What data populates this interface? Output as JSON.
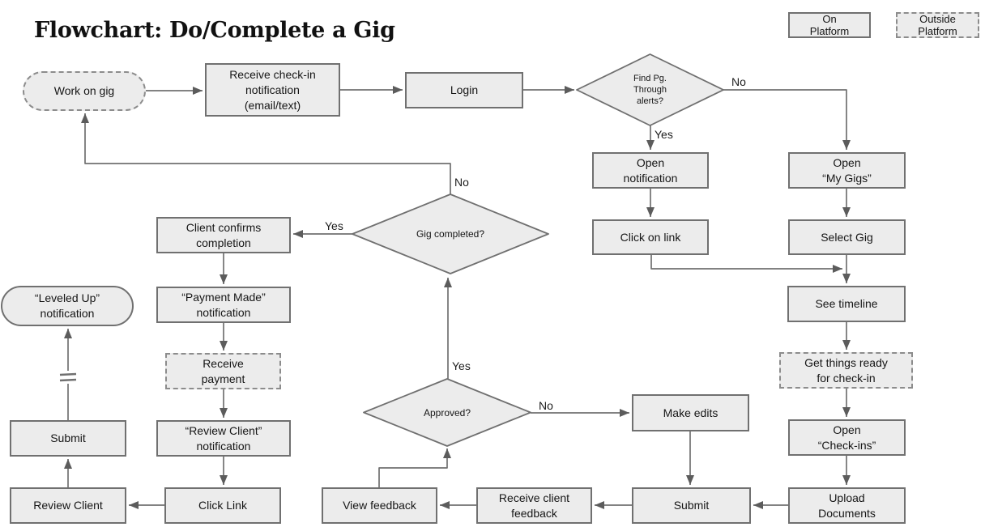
{
  "title": "Flowchart: Do/Complete a Gig",
  "legend": {
    "on_platform": "On\nPlatform",
    "outside_platform": "Outside\nPlatform"
  },
  "nodes": {
    "work_on_gig": "Work on gig",
    "receive_checkin": "Receive check-in\nnotification\n(email/text)",
    "login": "Login",
    "find_pg": "Find Pg.\nThrough\nalerts?",
    "open_notification": "Open\nnotification",
    "open_my_gigs": "Open\n“My Gigs”",
    "click_on_link": "Click on link",
    "select_gig": "Select Gig",
    "see_timeline": "See timeline",
    "get_things_ready": "Get things ready\nfor check-in",
    "open_checkins": "Open\n“Check-ins”",
    "upload_documents": "Upload\nDocuments",
    "gig_completed": "Gig completed?",
    "client_confirms": "Client confirms\ncompletion",
    "payment_made": "“Payment Made”\nnotification",
    "receive_payment": "Receive\npayment",
    "review_client_notif": "“Review Client”\nnotification",
    "click_link": "Click Link",
    "review_client": "Review Client",
    "submit_left": "Submit",
    "leveled_up": "“Leveled Up”\nnotification",
    "approved": "Approved?",
    "make_edits": "Make edits",
    "submit_bottom": "Submit",
    "receive_client_feedback": "Receive client\nfeedback",
    "view_feedback": "View feedback"
  },
  "edge_labels": {
    "find_pg_no": "No",
    "find_pg_yes": "Yes",
    "gig_completed_no": "No",
    "gig_completed_yes": "Yes",
    "approved_yes": "Yes",
    "approved_no": "No"
  },
  "colors": {
    "node_fill": "#ececec",
    "node_border": "#707070",
    "connector": "#707070",
    "arrowhead": "#5c5c5c",
    "text": "#161616"
  }
}
